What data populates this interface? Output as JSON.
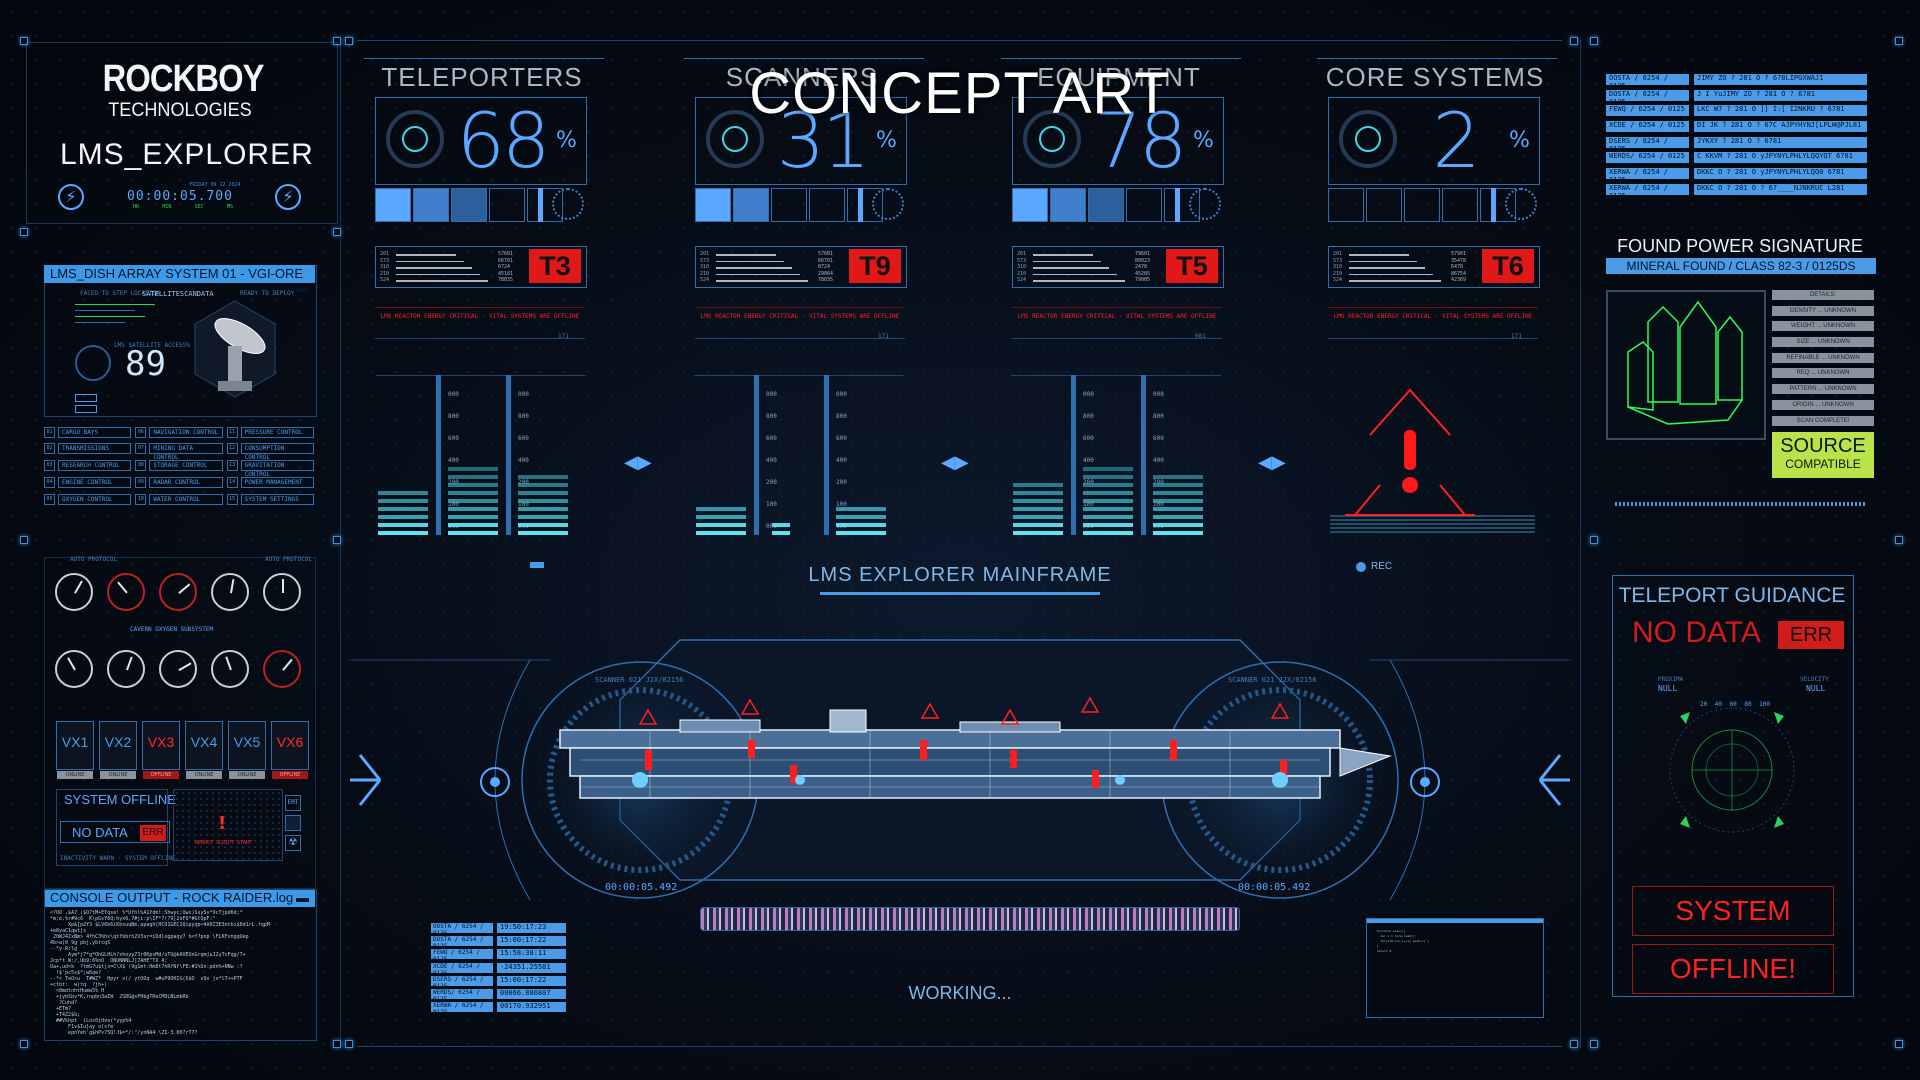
{
  "brand": {
    "name": "ROCKBOY",
    "sub": "TECHNOLOGIES",
    "app": "LMS_EXPLORER"
  },
  "clock": {
    "date": "FRIDAY 09 12 2024",
    "time": "00:00:05.700",
    "units": [
      "HR",
      "MIN",
      "SEC",
      "MS"
    ]
  },
  "overlay_title": "CONCEPT ART",
  "systems": [
    {
      "name": "TELEPORTERS",
      "percent": "68",
      "unit": "%",
      "code": "T3",
      "warning": "LMS REACTOR ENERGY CRITICAL - VITAL SYSTEMS ARE OFFLINE",
      "readings": [
        "57601",
        "66701",
        "6724",
        "45181",
        "78035"
      ],
      "labels": [
        "201",
        "573",
        "310",
        "210",
        "524"
      ],
      "footer": "171",
      "bars": [
        1,
        1,
        1,
        0,
        0
      ]
    },
    {
      "name": "SCANNERS",
      "percent": "31",
      "unit": "%",
      "code": "T9",
      "warning": "LMS REACTOR ENERGY CRITICAL - VITAL SYSTEMS ARE OFFLINE",
      "readings": [
        "57601",
        "66701",
        "8724",
        "29064",
        "78035"
      ],
      "labels": [
        "201",
        "573",
        "310",
        "210",
        "524"
      ],
      "footer": "171",
      "bars": [
        1,
        1,
        0,
        0,
        0
      ]
    },
    {
      "name": "EQUIPMENT",
      "percent": "78",
      "unit": "%",
      "code": "T5",
      "warning": "LMS REACTOR ENERGY CRITICAL - VITAL SYSTEMS ARE OFFLINE",
      "readings": [
        "79601",
        "80023",
        "2478",
        "45285",
        "79005"
      ],
      "labels": [
        "201",
        "573",
        "310",
        "210",
        "524"
      ],
      "footer": "081",
      "bars": [
        1,
        1,
        1,
        0,
        0
      ]
    },
    {
      "name": "CORE SYSTEMS",
      "percent": "2",
      "unit": "%",
      "code": "T6",
      "warning": "LMS REACTOR ENERGY CRITICAL - VITAL SYSTEMS ARE OFFLINE",
      "readings": [
        "57901",
        "35478",
        "6478",
        "86754",
        "42369"
      ],
      "labels": [
        "201",
        "573",
        "310",
        "210",
        "524"
      ],
      "footer": "171",
      "bars": [
        0,
        0,
        0,
        0,
        0
      ]
    }
  ],
  "bar_ticks": [
    "000",
    "800",
    "600",
    "400",
    "200",
    "100",
    "000"
  ],
  "dish": {
    "title": "LMS_DISH ARRAY SYSTEM 01 - VGI-ORE",
    "satellite": "SATELLITESCANDATA",
    "value": "89",
    "sub": "LMS SATELLITE ACCESS%",
    "labels": [
      "FACED TO STEP LOCATION",
      "READY TO DEPLOY"
    ]
  },
  "side_menu": [
    {
      "n": "01",
      "l": "CARGO BAYS"
    },
    {
      "n": "02",
      "l": "TRANSMISSIONS"
    },
    {
      "n": "03",
      "l": "RESEARCH CONTROL"
    },
    {
      "n": "04",
      "l": "ENGINE CONTROL"
    },
    {
      "n": "05",
      "l": "OXYGEN CONTROL"
    },
    {
      "n": "06",
      "l": "NAVIGATION CONTROL"
    },
    {
      "n": "07",
      "l": "MINING DATA CONTROL"
    },
    {
      "n": "08",
      "l": "STORAGE CONTROL"
    },
    {
      "n": "09",
      "l": "RADAR CONTROL"
    },
    {
      "n": "10",
      "l": "WATER CONTROL"
    },
    {
      "n": "11",
      "l": "PRESSURE CONTROL"
    },
    {
      "n": "12",
      "l": "CONSUMPTION CONTROL"
    },
    {
      "n": "13",
      "l": "GRAVITATION CONTROL"
    },
    {
      "n": "14",
      "l": "POWER MANAGEMENT"
    },
    {
      "n": "15",
      "l": "SYSTEM SETTINGS"
    }
  ],
  "oxygen": {
    "label": "CAVERN OXYGEN SUBSYSTEM",
    "top_labels": [
      "AUTO PROTOCOL",
      "AUTO PROTOCOL"
    ]
  },
  "vx": [
    {
      "t": "VX1",
      "s": "ONLINE",
      "c": "#4b9be8"
    },
    {
      "t": "VX2",
      "s": "ONLINE",
      "c": "#4b9be8"
    },
    {
      "t": "VX3",
      "s": "OFFLINE",
      "c": "#ff2b2b"
    },
    {
      "t": "VX4",
      "s": "ONLINE",
      "c": "#4b9be8"
    },
    {
      "t": "VX5",
      "s": "ONLINE",
      "c": "#4b9be8"
    },
    {
      "t": "VX6",
      "s": "OFFLINE",
      "c": "#ff2b2b"
    }
  ],
  "sys_offline": {
    "title": "SYSTEM OFFLINE",
    "nodata": "NO DATA",
    "err": "ERR",
    "sub": "INACTIVITY WARN - SYSTEM OFFLINE",
    "alert": "REBOOT SCRIPT START"
  },
  "console": {
    "title": "CONSOLE OUTPUT - ROCK RAIDER.log",
    "lines": [
      "<?OO ,$A7 ($O?tM+EYqse! %*Ufhl%A1Ydm!:Shwyc;Uwx)Ssy5s*9cTjpd6d;*",
      "*m;e,%r#9c6  K\\pGsY6Q:hyx6,7#ji:p\\IF*7(?9[2nFO*#GtQpF:\"",
      "",
      "      Xp&[p2Y3 $LV6b6iKbsuqBm.apagh(HCO1GEC1Qipyqp<4A0Z3E3ntbi$0d1rL.fqpM",
      "+e8yaC1qwtjs",
      " 20WJ4ZxNm> 4fhC3%hx\\qtfbbrh2V3sr=iDdlogpaqy7 b<f?pnp \\FLKFvngqUep",
      "4b>a(0 9g pbj,ybrcqS",
      "--*y-Rrlg",
      "      Aym*j7*g*OhGLHLh?shoyy73r0KpvMd/oTU@kAVEUnGrqmjuJ2yTcFqg/7+",
      "Jcp*t W:/,Ub9:6%nO  ONUNNNLJ]7AHE\"TX 4;  .  ",
      "Ua+,ud<k  ?tmG7u$tjx=C\\X$ (9g1mt:Hm8t7hRfNf\\FE:#1%Sn:pdn%+NNw :?",
      "  !$'pc5s$*;w6qe?",
      "--*< TeO>u  T#WZ*  Hpyr v(/ ytOOq  w#uP9OHIG(6$O  v9v jo*lT++PTF",
      "+ctbt:  w)tq  ?jh+)  ",
      "  <0mdtnhtHumw5% H   ",
      "  +jybSbv*K,rnpbn3aIW  2SRG@sFHbgTRoCMOLNLmbRb",
      "",
      "   ?Cuhd?",
      "  +ETm?",
      "  +T4Z2$G;",
      "  ##Vkhpt  (Loc0jdvo(*yyp%4",
      "      F1v$Iu}ay o(sfe",
      "      epnYeh'g$hPv75Q!J$=*/:\"/ynNA4 \\ZI-3.00?rT7?"
    ]
  },
  "mainframe": {
    "title": "LMS EXPLORER MAINFRAME",
    "rec": "REC",
    "scanner": "SCANNER 021 J2X/02156",
    "time": "00:00:05.492",
    "working": "WORKING..."
  },
  "mf_list": [
    {
      "a": "OOSTA / 6254 / 0125",
      "b": "19:50:17:23"
    },
    {
      "a": "DOSTA / 6254 / 0125",
      "b": "15:00:17:22"
    },
    {
      "a": "FEWQ / 6254 / 0125",
      "b": "15:58:38:11"
    },
    {
      "a": "XCDE / 6254 / 0125",
      "b": "-24351.25581"
    },
    {
      "a": "DSERS / 6254 / 0125",
      "b": "15:00:17:22"
    },
    {
      "a": "WERDS/ 6254 / 0125",
      "b": "00066.886807"
    },
    {
      "a": "XERWA / 6254 / 0125",
      "b": "00170.932951"
    }
  ],
  "id_list": [
    {
      "a": "OOSTA / 6254 / 0125",
      "b": "JIMY ZO ? 281 O ? 678LIPGXWAJ1"
    },
    {
      "a": "DOSTA / 6254 / 0125",
      "b": "J I YuJIMY ZO ? 281 O ? 6781"
    },
    {
      "a": "FEWQ / 6254 / 0125",
      "b": "LKC W7 ? 281 O ]] I:[ I2NKRU  ? 6781"
    },
    {
      "a": "XCDE / 6254 / 0125",
      "b": "DI JK ? 281 O ? 67C AJPYHYNJ[LPLW@PJL81"
    },
    {
      "a": "DSERS / 6254 / 0125",
      "b": "JYKXY ? 281 O ? 6781"
    },
    {
      "a": "WERDS/ 6254 / 0125",
      "b": "C KKVM ? 281 O yJPYNYLPHLYLQQYQT 6781"
    },
    {
      "a": "XERWA / 6254 / 0125",
      "b": "DKKC O ? 281 O yJPYNYLPHLYLQQ0 6781"
    },
    {
      "a": "XERWA / 6254 / 0125",
      "b": "DKKC O ? 281 O ? 67____NJNKRUC   L281"
    }
  ],
  "power": {
    "title": "FOUND POWER SIGNATURE",
    "sub": "MINERAL FOUND / CLASS 82-3 / 0125DS",
    "details": [
      "DETAILS:",
      "DENSITY ... UNKNOWN",
      "WEIGHT ... UNKNOWN",
      "SIZE ... UNKNOWN",
      "REFINABLE ... UNKNOWN",
      "REQ ... UNKNOWN",
      "PATTERN ... UNKNOWN",
      "ORIGIN ... UNKNOWN",
      "SCAN COMPLETE!"
    ],
    "source": "SOURCE",
    "compat": "COMPATIBLE"
  },
  "teleport": {
    "title": "TELEPORT GUIDANCE",
    "nodata": "NO DATA",
    "err": "ERR",
    "left_lbl": "PROXIMA",
    "left_val": "NULL",
    "right_lbl": "VELOCITY",
    "right_val": "NULL",
    "ticks": [
      "20",
      "40",
      "60",
      "80",
      "100"
    ],
    "sys": "SYSTEM",
    "off": "OFFLINE!"
  },
  "colors": {
    "accent": "#4b9be8",
    "cyan": "#3fd7e8",
    "red": "#ff2020",
    "green": "#2bd45a",
    "lime": "#b8e34a"
  }
}
